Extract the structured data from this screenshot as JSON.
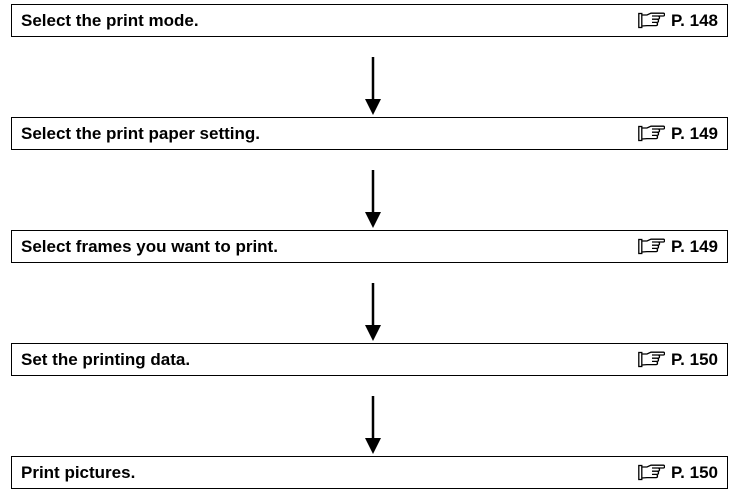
{
  "steps": [
    {
      "label": "Select the print mode.",
      "ref": "P. 148"
    },
    {
      "label": "Select the print paper setting.",
      "ref": "P. 149"
    },
    {
      "label": "Select frames you want to print.",
      "ref": "P. 149"
    },
    {
      "label": "Set the printing data.",
      "ref": "P. 150"
    },
    {
      "label": "Print pictures.",
      "ref": "P. 150"
    }
  ]
}
